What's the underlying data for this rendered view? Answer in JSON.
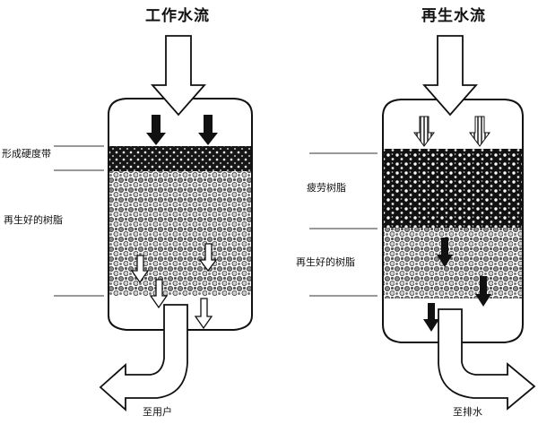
{
  "left": {
    "title": "工作水流",
    "label_band": "形成硬度带",
    "label_resin": "再生好的树脂",
    "label_out": "至用户"
  },
  "right": {
    "title": "再生水流",
    "label_band": "疲劳树脂",
    "label_resin": "再生好的树脂",
    "label_out": "至排水"
  }
}
